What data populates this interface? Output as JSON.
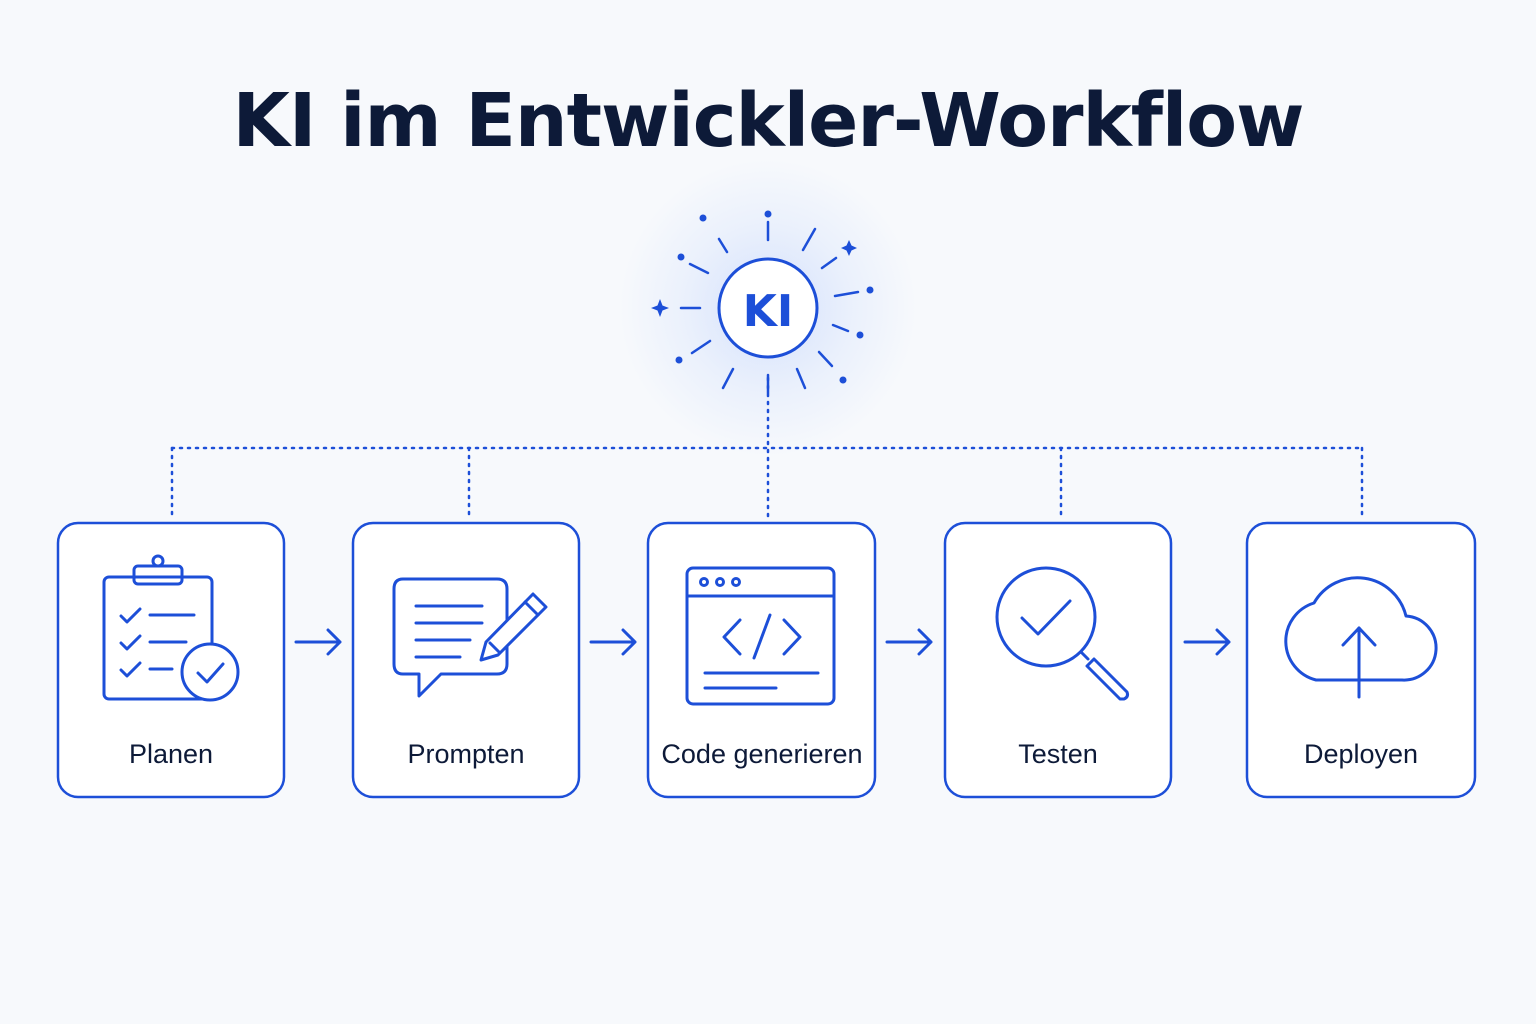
{
  "title": "KI im Entwickler-Workflow",
  "hub": {
    "label": "KI",
    "icon": "ai-sparkle-icon"
  },
  "colors": {
    "accent": "#1d4fd8",
    "text": "#0d1a38",
    "background": "#f7f9fc"
  },
  "steps": [
    {
      "label": "Planen",
      "icon": "clipboard-checklist-icon"
    },
    {
      "label": "Prompten",
      "icon": "chat-pencil-icon"
    },
    {
      "label": "Code generieren",
      "icon": "code-window-icon"
    },
    {
      "label": "Testen",
      "icon": "magnifier-check-icon"
    },
    {
      "label": "Deployen",
      "icon": "cloud-upload-icon"
    }
  ]
}
